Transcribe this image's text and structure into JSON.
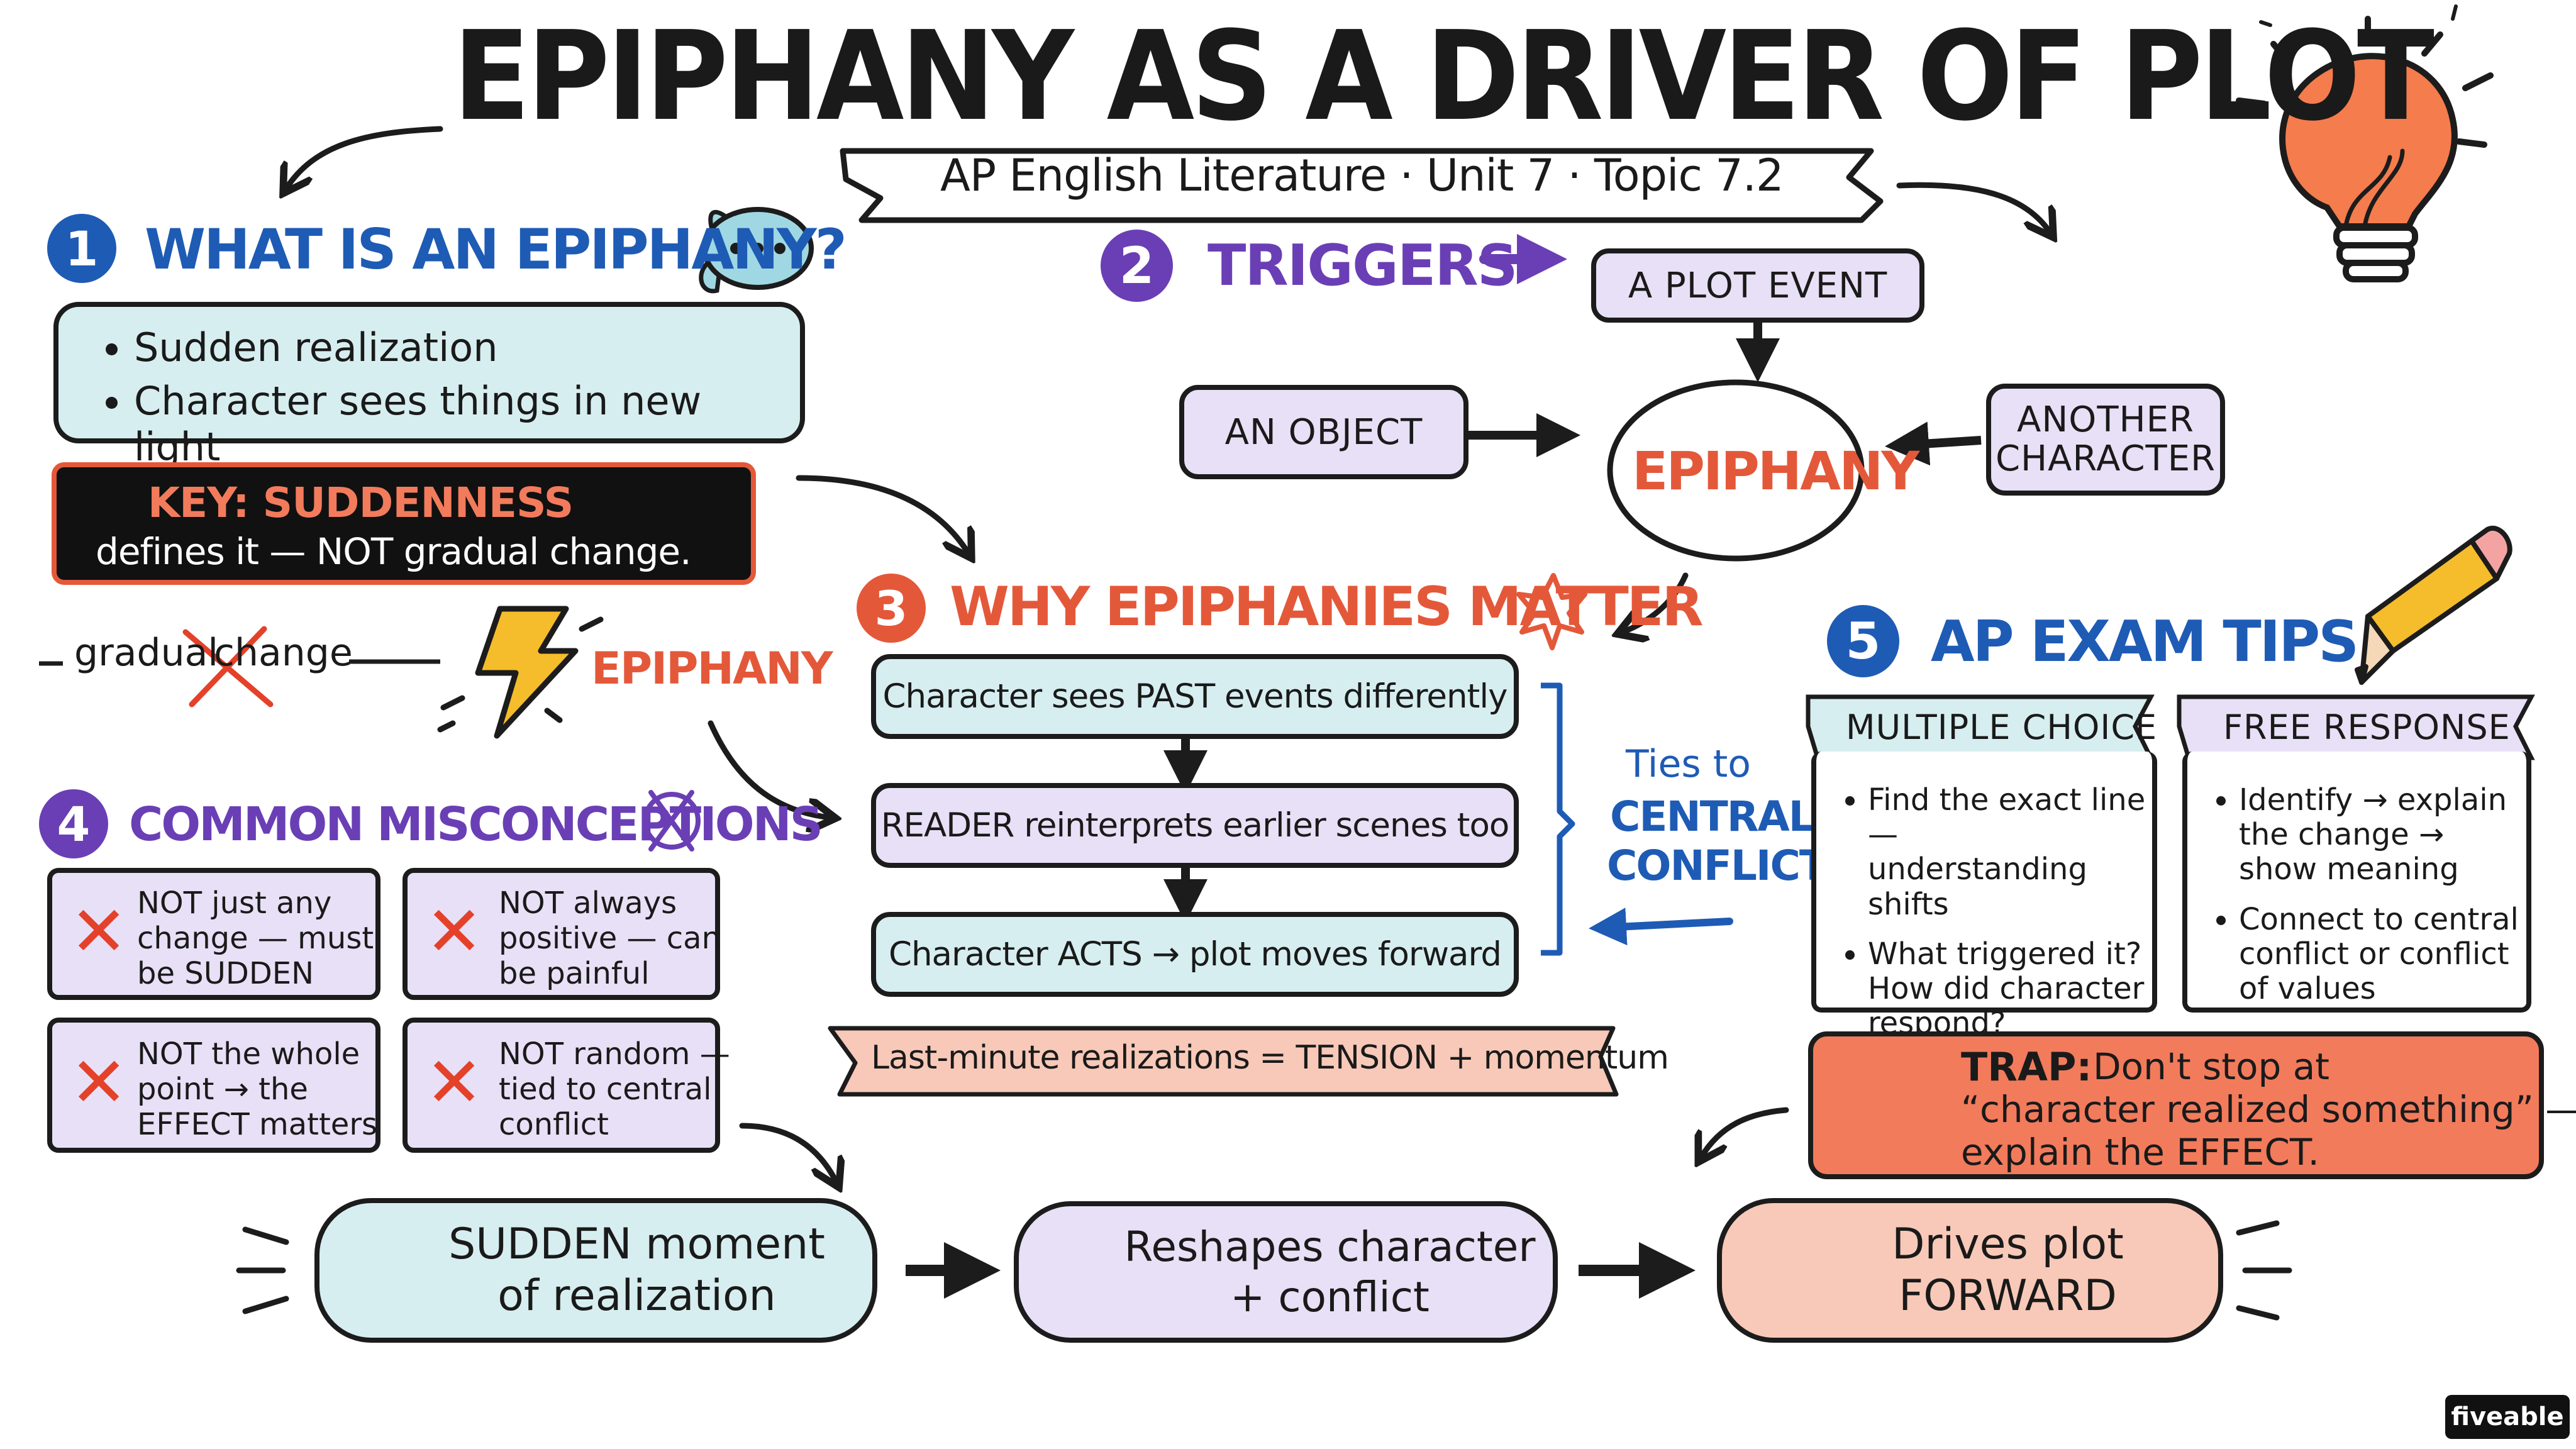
{
  "title": "EPIPHANY AS A DRIVER OF PLOT",
  "subtitle": "AP English Literature · Unit 7 · Topic 7.2",
  "colors": {
    "blue": "#1e5bb5",
    "purple": "#6a3fb5",
    "orange": "#e4583a",
    "light_blue": "#d7eef0",
    "light_purple": "#e8e0f6",
    "light_orange": "#f8c9b8",
    "trap_orange": "#f27b5c"
  },
  "s1": {
    "num": "1",
    "heading": "WHAT IS AN EPIPHANY?",
    "bullets": [
      "Sudden realization",
      "Character sees things in new light"
    ],
    "key_label": "KEY: SUDDENNESS",
    "key_text": "defines it — NOT gradual change.",
    "gradual": "gradual",
    "change": "change",
    "epiphany": "EPIPHANY"
  },
  "s2": {
    "num": "2",
    "heading": "TRIGGERS",
    "plot_event": "A PLOT EVENT",
    "object": "AN OBJECT",
    "another_1": "ANOTHER",
    "another_2": "CHARACTER",
    "center": "EPIPHANY"
  },
  "s3": {
    "num": "3",
    "heading": "WHY EPIPHANIES MATTER",
    "steps": [
      "Character sees PAST events differently",
      "READER reinterprets earlier scenes too",
      "Character ACTS → plot moves forward"
    ],
    "ties_1": "Ties to",
    "ties_2": "CENTRAL",
    "ties_3": "CONFLICT",
    "banner": "Last-minute realizations = TENSION + momentum"
  },
  "s4": {
    "num": "4",
    "heading": "COMMON MISCONCEPTIONS",
    "items": [
      [
        "NOT just any",
        "change — must",
        "be SUDDEN"
      ],
      [
        "NOT always",
        "positive — can",
        "be painful"
      ],
      [
        "NOT the whole",
        "point → the",
        "EFFECT matters"
      ],
      [
        "NOT random —",
        "tied to central",
        "conflict"
      ]
    ]
  },
  "s5": {
    "num": "5",
    "heading": "AP EXAM TIPS",
    "mc_title": "MULTIPLE CHOICE",
    "mc_b1": [
      "Find the exact line —",
      "understanding shifts"
    ],
    "mc_b2": [
      "What triggered it?",
      "How did character",
      "respond?"
    ],
    "fr_title": "FREE RESPONSE",
    "fr_b1": [
      "Identify → explain",
      "the change →",
      "show meaning"
    ],
    "fr_b2": [
      "Connect to central",
      "conflict or conflict",
      "of values"
    ],
    "trap_label": "TRAP:",
    "trap_1": "Don't stop at",
    "trap_2": "“character realized something” —",
    "trap_3": "explain the EFFECT."
  },
  "flow": {
    "f1a": "SUDDEN moment",
    "f1b": "of realization",
    "f2a": "Reshapes character",
    "f2b": "+ conflict",
    "f3a": "Drives plot",
    "f3b": "FORWARD"
  },
  "brand": "fiveable"
}
